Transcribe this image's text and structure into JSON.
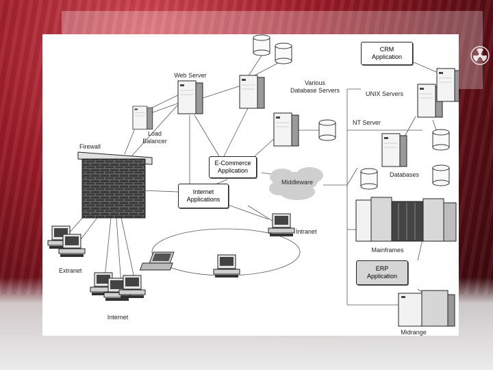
{
  "labels": {
    "web_server": "Web Server",
    "various_db_line1": "Various",
    "various_db_line2": "Database Servers",
    "load_line1": "Load",
    "load_line2": "Balancer",
    "firewall": "Firewall",
    "unix_servers": "UNIX Servers",
    "nt_server": "NT Server",
    "middleware": "Middleware",
    "databases": "Databases",
    "intranet": "Intranet",
    "extranet": "Extranet",
    "internet": "Internet",
    "mainframes": "Mainframes",
    "midrange": "Midrange"
  },
  "boxes": {
    "crm_line1": "CRM",
    "crm_line2": "Application",
    "ecommerce_line1": "E-Commerce",
    "ecommerce_line2": "Application",
    "internet_apps_line1": "Internet",
    "internet_apps_line2": "Applications",
    "erp_line1": "ERP",
    "erp_line2": "Application"
  },
  "icons": {
    "corner_logo": "radiation-icon",
    "server": "server-tower-icon",
    "database": "database-cylinder-icon",
    "workstation": "desktop-computer-icon",
    "laptop": "laptop-icon",
    "firewall": "brick-wall-icon",
    "mainframe": "mainframe-icon",
    "cloud": "cloud-icon"
  }
}
